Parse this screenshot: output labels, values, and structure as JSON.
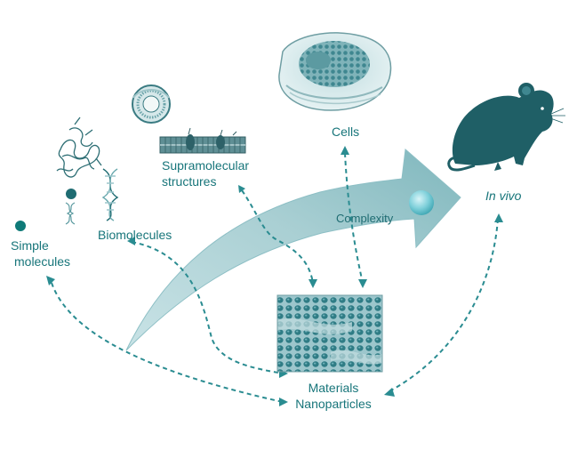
{
  "labels": {
    "simple_molecules_line1": "Simple",
    "simple_molecules_line2": "molecules",
    "biomolecules": "Biomolecules",
    "supramolecular_line1": "Supramolecular",
    "supramolecular_line2": "structures",
    "cells": "Cells",
    "in_vivo": "In vivo",
    "complexity": "Complexity",
    "materials": "Materials",
    "nanoparticles": "Nanoparticles"
  },
  "colors": {
    "label_text": "#17757a",
    "arrow_fill": "#a9cfd3",
    "arrow_edge": "#8dbfc5",
    "connector": "#2a8c91",
    "mouse": "#1f5f66",
    "dot": "#0f7a78",
    "bead": "#7fd0da",
    "tile": "#9cc6cc"
  },
  "icons": [
    "simple-molecule-dot-icon",
    "protein-structure-icon",
    "dna-helix-icon",
    "liposome-icon",
    "membrane-icon",
    "cell-icon",
    "mouse-icon",
    "nanoparticle-array-icon"
  ]
}
